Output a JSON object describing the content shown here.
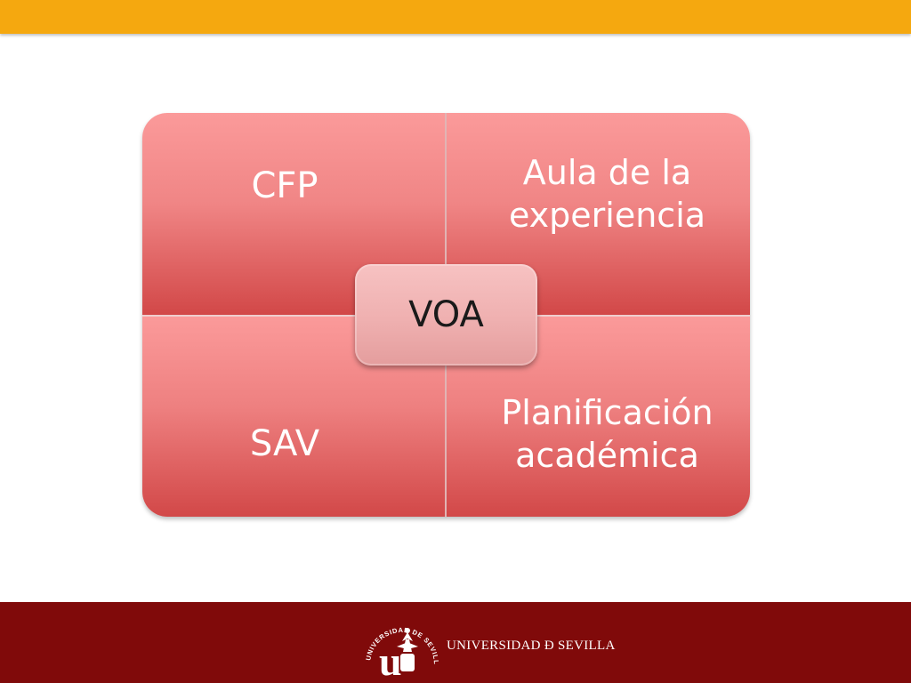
{
  "colors": {
    "top_bar": "#f5a80f",
    "quadrant": "#f08585",
    "quadrant_dark": "#d24848",
    "center_box": "#efb0b0",
    "footer": "#800a0a"
  },
  "diagram": {
    "center_label": "VOA",
    "quadrants": [
      {
        "label": "CFP"
      },
      {
        "label": "Aula de la experiencia"
      },
      {
        "label": "SAV"
      },
      {
        "label": "Planificación académica"
      }
    ]
  },
  "footer": {
    "logo_arc_text": "UNIVERSIDAD DE SEVILLA",
    "logo_monogram": "u",
    "institution_name": "UNIVERSIDAD Ð SEVILLA"
  }
}
